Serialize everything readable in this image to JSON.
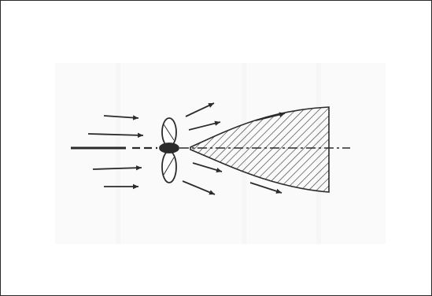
{
  "figure": {
    "type": "line-drawing",
    "colors": {
      "background": "#ffffff",
      "frame": "#2a2a2a",
      "ink": "#2b2b2b",
      "hatch": "#3a3a3a",
      "faint": "#ececec"
    },
    "elements": [
      "frame",
      "centerline",
      "propeller",
      "inflow-arrows",
      "outflow-arrows",
      "wake-region"
    ]
  }
}
